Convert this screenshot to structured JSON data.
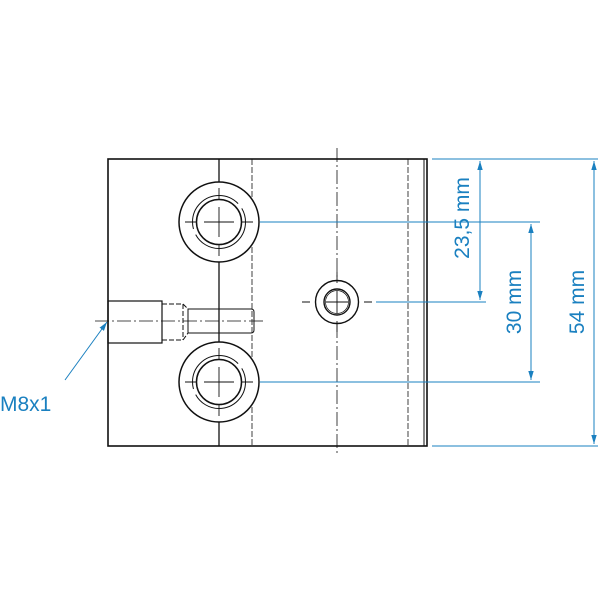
{
  "title": "Block technical drawing",
  "colors": {
    "line": "#111111",
    "dimension": "#1a80c0"
  },
  "dimensions": {
    "hole_to_top": "23,5 mm",
    "hole_spacing": "30 mm",
    "overall_height": "54 mm"
  },
  "callouts": {
    "thread": "M8x1"
  }
}
